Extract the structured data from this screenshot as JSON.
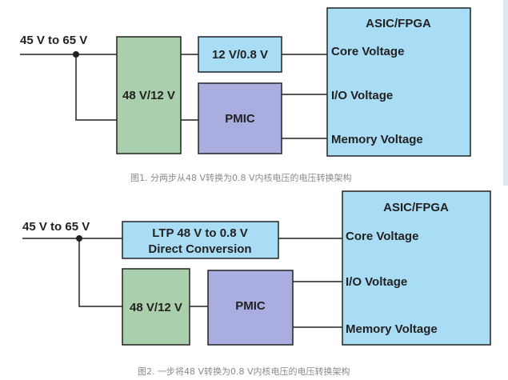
{
  "figure1": {
    "input_label": "45 V to 65 V",
    "converter_label": "48 V/12 V",
    "pol_label": "12 V/0.8 V",
    "pmic_label": "PMIC",
    "asic_title": "ASIC/FPGA",
    "rails": [
      "Core Voltage",
      "I/O Voltage",
      "Memory Voltage"
    ],
    "caption": "图1. 分两步从48 V转换为0.8 V内核电压的电压转换架构"
  },
  "figure2": {
    "input_label": "45 V to 65 V",
    "direct_line1": "LTP 48 V to 0.8 V",
    "direct_line2": "Direct Conversion",
    "converter_label": "48 V/12 V",
    "pmic_label": "PMIC",
    "asic_title": "ASIC/FPGA",
    "rails": [
      "Core Voltage",
      "I/O Voltage",
      "Memory Voltage"
    ],
    "caption": "图2. 一步将48 V转换为0.8 V内核电压的电压转换架构"
  },
  "colors": {
    "green": "#a9cfad",
    "light_blue": "#a9dcf5",
    "purple": "#a9ade0",
    "asic": "#a9dcf5",
    "line": "#222222"
  }
}
